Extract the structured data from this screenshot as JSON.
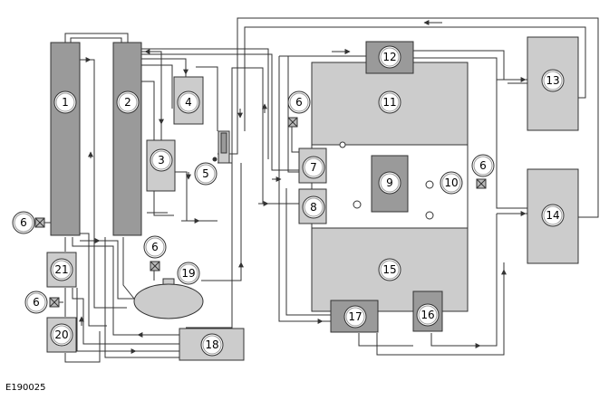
{
  "figure": {
    "reference_code": "E190025"
  },
  "components": [
    {
      "id": "c1",
      "label": "1"
    },
    {
      "id": "c2",
      "label": "2"
    },
    {
      "id": "c3",
      "label": "3"
    },
    {
      "id": "c4",
      "label": "4"
    },
    {
      "id": "c5",
      "label": "5"
    },
    {
      "id": "c6a",
      "label": "6"
    },
    {
      "id": "c6b",
      "label": "6"
    },
    {
      "id": "c6c",
      "label": "6"
    },
    {
      "id": "c6d",
      "label": "6"
    },
    {
      "id": "c6e",
      "label": "6"
    },
    {
      "id": "c7",
      "label": "7"
    },
    {
      "id": "c8",
      "label": "8"
    },
    {
      "id": "c9",
      "label": "9"
    },
    {
      "id": "c10",
      "label": "10"
    },
    {
      "id": "c11",
      "label": "11"
    },
    {
      "id": "c12",
      "label": "12"
    },
    {
      "id": "c13",
      "label": "13"
    },
    {
      "id": "c14",
      "label": "14"
    },
    {
      "id": "c15",
      "label": "15"
    },
    {
      "id": "c16",
      "label": "16"
    },
    {
      "id": "c17",
      "label": "17"
    },
    {
      "id": "c18",
      "label": "18"
    },
    {
      "id": "c19",
      "label": "19"
    },
    {
      "id": "c20",
      "label": "20"
    },
    {
      "id": "c21",
      "label": "21"
    }
  ],
  "colors": {
    "dark_component": "#9a9a9a",
    "light_component": "#cccccc",
    "line": "#333333",
    "label_circle_fill": "#ffffff"
  }
}
